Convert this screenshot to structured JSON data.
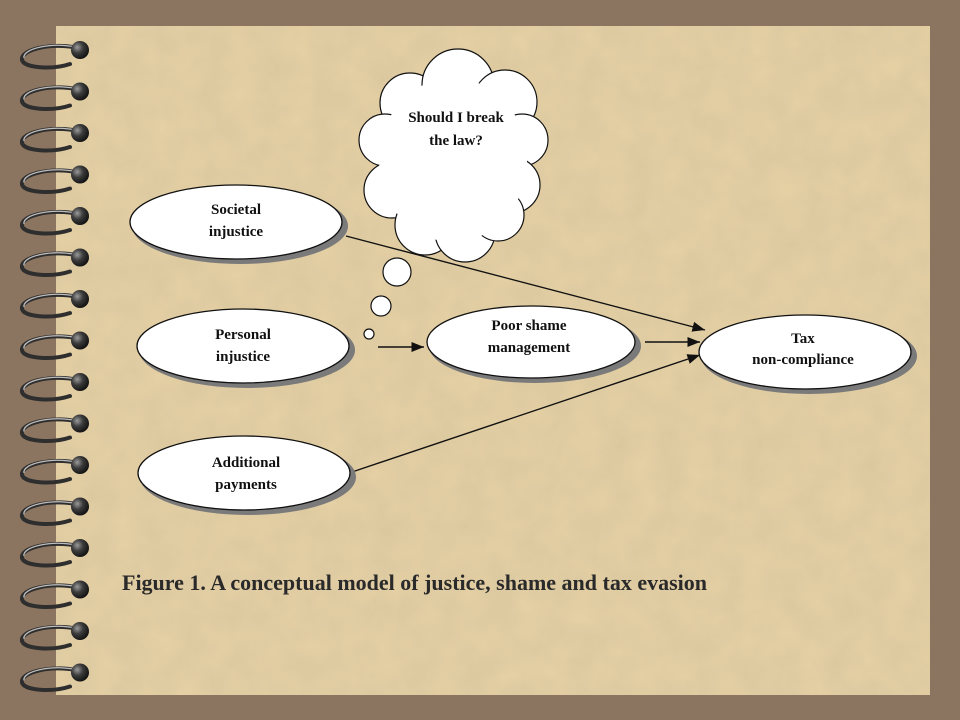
{
  "diagram": {
    "nodes": {
      "societal": {
        "line1": "Societal",
        "line2": "injustice"
      },
      "personal": {
        "line1": "Personal",
        "line2": "injustice"
      },
      "additional": {
        "line1": "Additional",
        "line2": "payments"
      },
      "shame": {
        "line1": "Poor shame",
        "line2": "management"
      },
      "tax": {
        "line1": "Tax",
        "line2": "non-compliance"
      }
    },
    "thought": {
      "line1": "Should I break",
      "line2": "the law?"
    },
    "caption": "Figure 1. A conceptual model of justice, shame and tax evasion"
  },
  "colors": {
    "frame": "#8c7560",
    "paper": "#e6d1a6",
    "binding": "#3a3a3a"
  }
}
